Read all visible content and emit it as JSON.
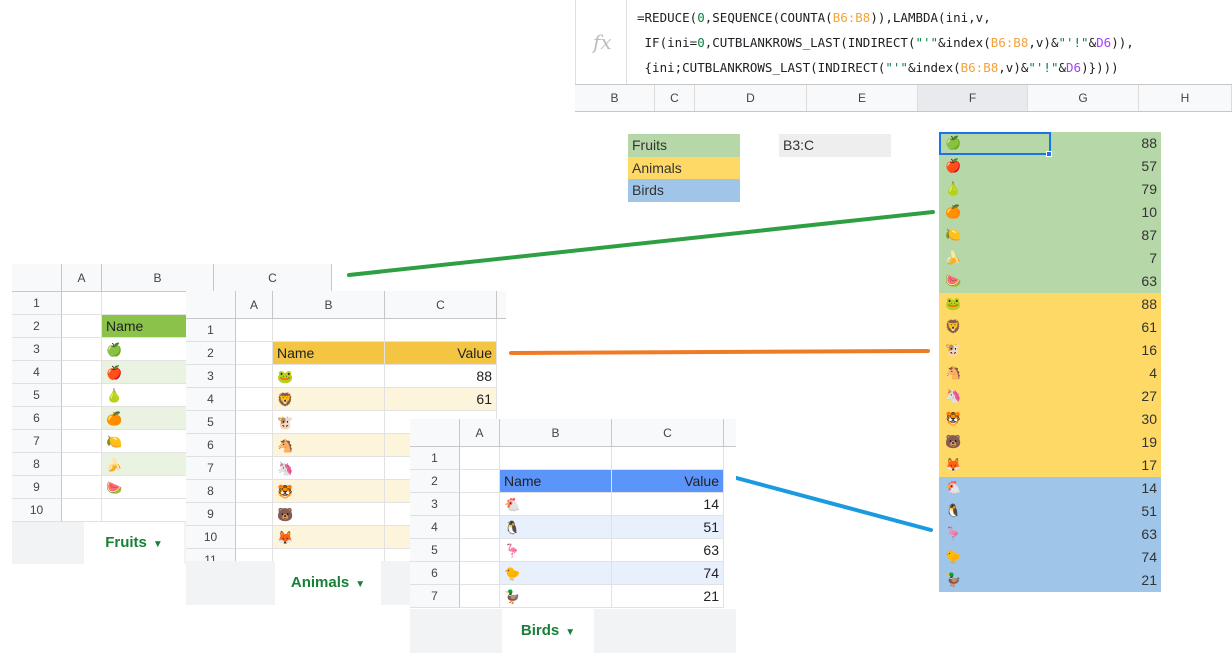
{
  "formula": {
    "fx_label": "fx",
    "lines": [
      [
        [
          "=REDUCE(",
          ""
        ],
        [
          "0",
          "f-num"
        ],
        [
          ",SEQUENCE(COUNTA(",
          ""
        ],
        [
          "B6:B8",
          "f-ref1"
        ],
        [
          ")),LAMBDA(ini,v,",
          ""
        ]
      ],
      [
        [
          " IF(ini=",
          ""
        ],
        [
          "0",
          "f-num"
        ],
        [
          ",CUTBLANKROWS_LAST(INDIRECT(",
          ""
        ],
        [
          "\"'\"",
          "f-str"
        ],
        [
          "&index(",
          ""
        ],
        [
          "B6:B8",
          "f-ref1"
        ],
        [
          ",v)&",
          ""
        ],
        [
          "\"'!\"",
          "f-str"
        ],
        [
          "&",
          ""
        ],
        [
          "D6",
          "f-ref2"
        ],
        [
          ")),",
          ""
        ]
      ],
      [
        [
          " {ini;CUTBLANKROWS_LAST(INDIRECT(",
          ""
        ],
        [
          "\"'\"",
          "f-str"
        ],
        [
          "&index(",
          ""
        ],
        [
          "B6:B8",
          "f-ref1"
        ],
        [
          ",v)&",
          ""
        ],
        [
          "\"'!\"",
          "f-str"
        ],
        [
          "&",
          ""
        ],
        [
          "D6",
          "f-ref2"
        ],
        [
          ")})))",
          ""
        ]
      ]
    ]
  },
  "columns": [
    "B",
    "C",
    "D",
    "E",
    "F",
    "G",
    "H"
  ],
  "selected_column": "F",
  "legend": [
    {
      "label": "Fruits",
      "color": "#b6d7a8"
    },
    {
      "label": "Animals",
      "color": "#ffd966"
    },
    {
      "label": "Birds",
      "color": "#9fc5e8"
    }
  ],
  "range_address": "B3:C",
  "result_rows": [
    {
      "icon": "🍏",
      "value": "88",
      "group": 0
    },
    {
      "icon": "🍎",
      "value": "57",
      "group": 0
    },
    {
      "icon": "🍐",
      "value": "79",
      "group": 0
    },
    {
      "icon": "🍊",
      "value": "10",
      "group": 0
    },
    {
      "icon": "🍋",
      "value": "87",
      "group": 0
    },
    {
      "icon": "🍌",
      "value": "7",
      "group": 0
    },
    {
      "icon": "🍉",
      "value": "63",
      "group": 0
    },
    {
      "icon": "🐸",
      "value": "88",
      "group": 1
    },
    {
      "icon": "🦁",
      "value": "61",
      "group": 1
    },
    {
      "icon": "🐮",
      "value": "16",
      "group": 1
    },
    {
      "icon": "🐴",
      "value": "4",
      "group": 1
    },
    {
      "icon": "🦄",
      "value": "27",
      "group": 1
    },
    {
      "icon": "🐯",
      "value": "30",
      "group": 1
    },
    {
      "icon": "🐻",
      "value": "19",
      "group": 1
    },
    {
      "icon": "🦊",
      "value": "17",
      "group": 1
    },
    {
      "icon": "🐔",
      "value": "14",
      "group": 2
    },
    {
      "icon": "🐧",
      "value": "51",
      "group": 2
    },
    {
      "icon": "🦩",
      "value": "63",
      "group": 2
    },
    {
      "icon": "🐤",
      "value": "74",
      "group": 2
    },
    {
      "icon": "🦆",
      "value": "21",
      "group": 2
    }
  ],
  "sheets": {
    "fruits": {
      "tab": "Fruits",
      "col_headers": [
        "A",
        "B",
        "C"
      ],
      "row_numbers": [
        "1",
        "2",
        "3",
        "4",
        "5",
        "6",
        "7",
        "8",
        "9",
        "10"
      ],
      "header_name": "Name",
      "header_color": "#8bc34a",
      "band_color": "#eaf3e1",
      "icons": [
        "🍏",
        "🍎",
        "🍐",
        "🍊",
        "🍋",
        "🍌",
        "🍉"
      ]
    },
    "animals": {
      "tab": "Animals",
      "col_headers": [
        "A",
        "B",
        "C"
      ],
      "row_numbers": [
        "1",
        "2",
        "3",
        "4",
        "5",
        "6",
        "7",
        "8",
        "9",
        "10",
        "11"
      ],
      "header_name": "Name",
      "header_value": "Value",
      "header_color": "#f4c542",
      "band_color": "#fdf4dc",
      "icons": [
        "🐸",
        "🦁",
        "🐮",
        "🐴",
        "🦄",
        "🐯",
        "🐻",
        "🦊"
      ],
      "values": [
        "88",
        "61"
      ]
    },
    "birds": {
      "tab": "Birds",
      "col_headers": [
        "A",
        "B",
        "C"
      ],
      "row_numbers": [
        "1",
        "2",
        "3",
        "4",
        "5",
        "6",
        "7"
      ],
      "header_name": "Name",
      "header_value": "Value",
      "header_color": "#5b95f9",
      "band_color": "#e8f0fe",
      "icons": [
        "🐔",
        "🐧",
        "🦩",
        "🐤",
        "🦆"
      ],
      "values": [
        "14",
        "51",
        "63",
        "74",
        "21"
      ]
    }
  },
  "connector_colors": {
    "fruits": "#2ea043",
    "animals": "#f07b27",
    "birds": "#1a9be0"
  }
}
